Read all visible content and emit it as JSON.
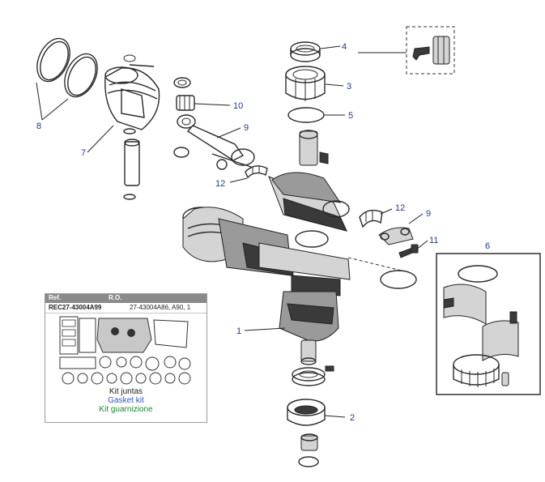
{
  "callouts": {
    "c1": "1",
    "c2": "2",
    "c3": "3",
    "c4": "4",
    "c5": "5",
    "c6": "6",
    "c7": "7",
    "c8": "8",
    "c9a": "9",
    "c9b": "9",
    "c10": "10",
    "c11": "11",
    "c12a": "12",
    "c12b": "12"
  },
  "kit": {
    "ref_header": "Ref.",
    "ro_header": "R.O.",
    "ref_value": "REC27-43004A99",
    "ro_value": "27-43004A86, A90, 1",
    "name_es": "Kit juntas",
    "name_en": "Gasket kit",
    "name_it": "Kit guarnizione"
  },
  "colors": {
    "callout": "#1f3a93",
    "kit_header": "#8a8a8a",
    "name_en": "#2a55c9",
    "name_it": "#1a8a2a"
  }
}
